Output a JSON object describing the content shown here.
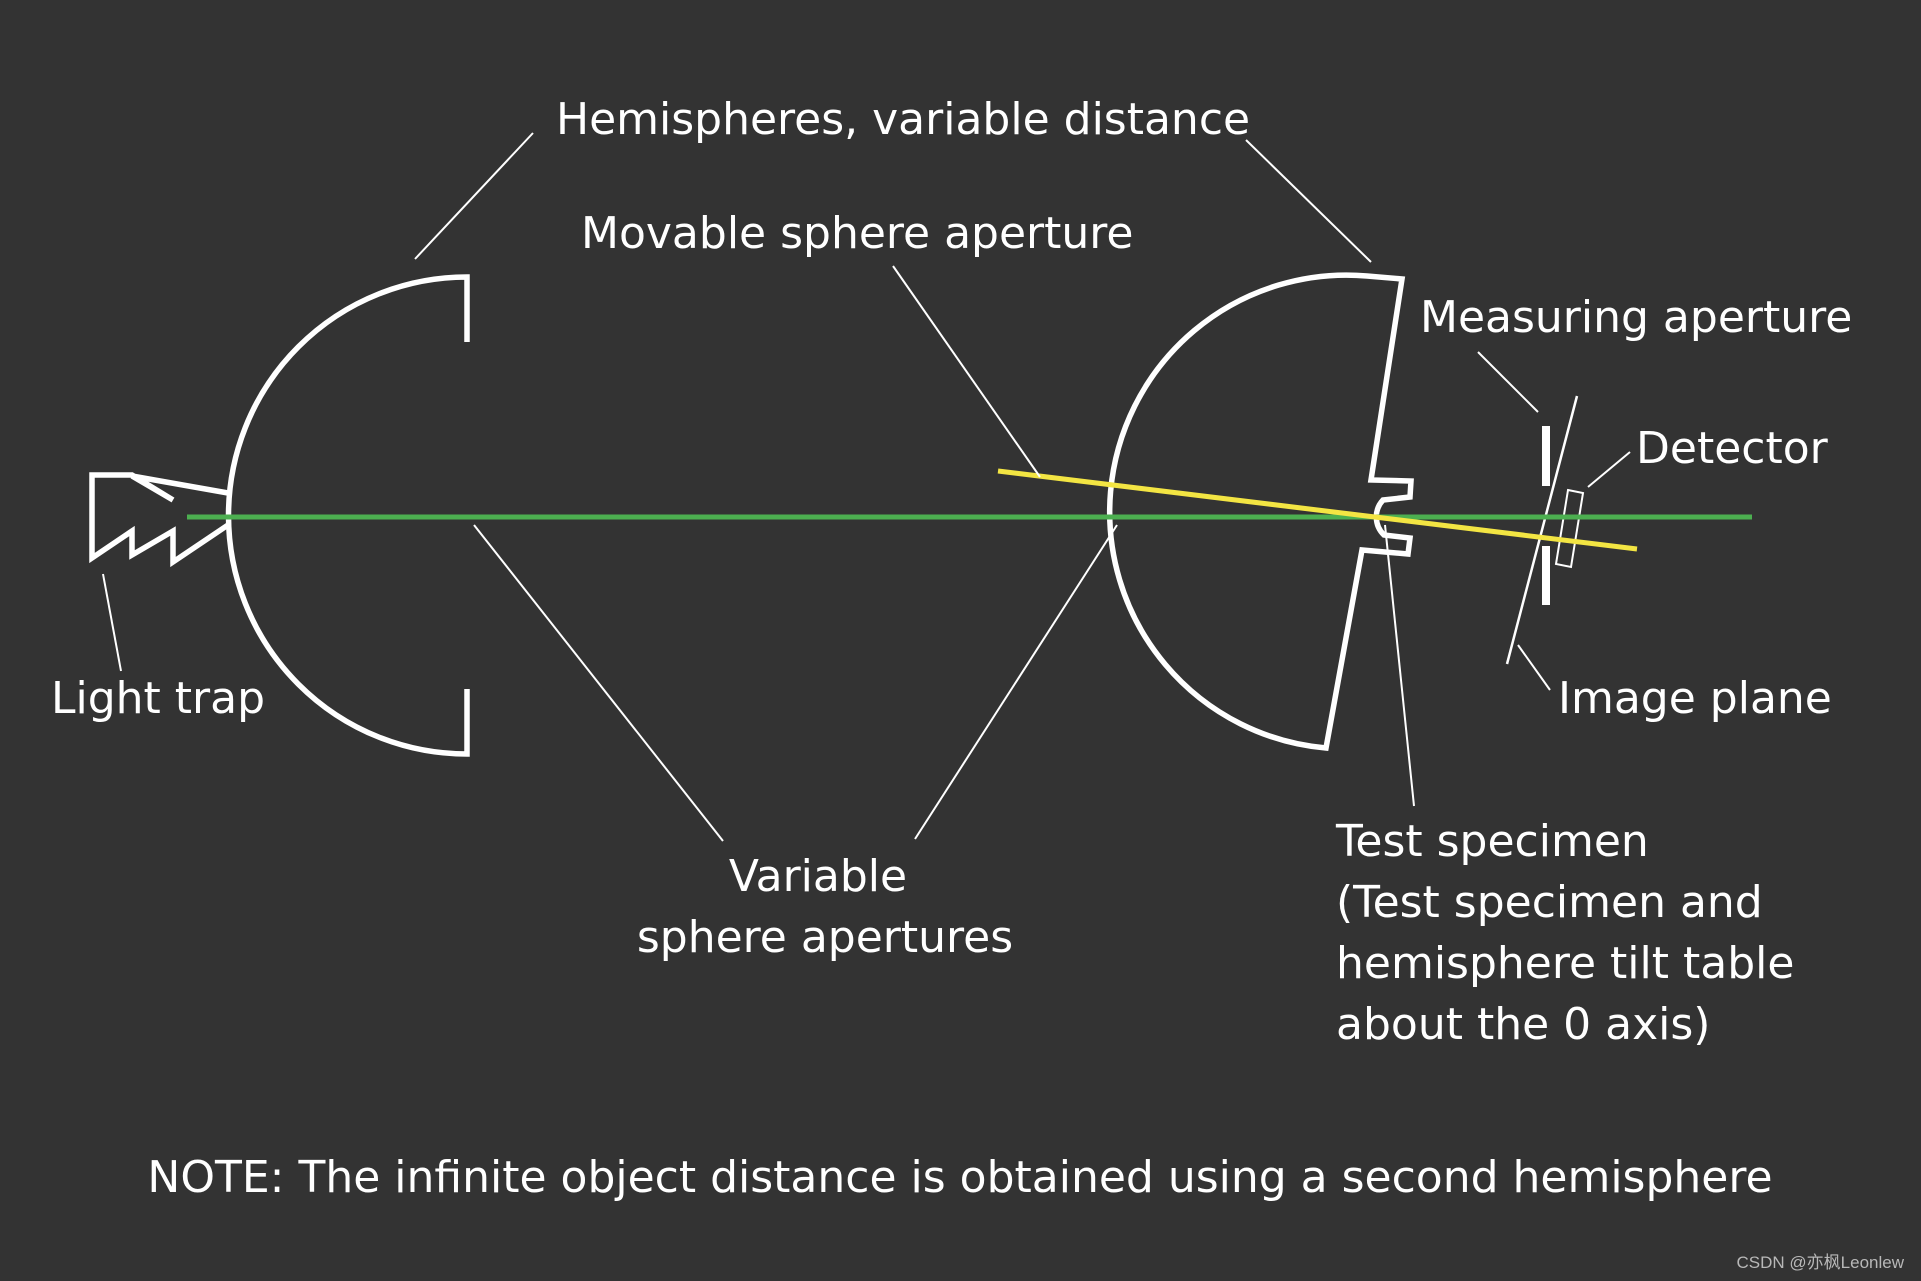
{
  "colors": {
    "background": "#333333",
    "optical_axis": "#4caf50",
    "tilted_ray": "#f3e543",
    "outline": "#ffffff"
  },
  "labels": {
    "hemispheres": "Hemispheres, variable distance",
    "movable_aperture": "Movable sphere aperture",
    "measuring_aperture": "Measuring aperture",
    "detector": "Detector",
    "light_trap": "Light trap",
    "image_plane": "Image plane",
    "variable_apertures": [
      "Variable",
      "sphere apertures"
    ],
    "test_specimen": [
      "Test specimen",
      "(Test specimen and",
      "hemisphere tilt table",
      "about the 0 axis)"
    ]
  },
  "note": "NOTE: The infinite object distance is obtained using a second hemisphere",
  "watermark": "CSDN @亦枫Leonlew"
}
